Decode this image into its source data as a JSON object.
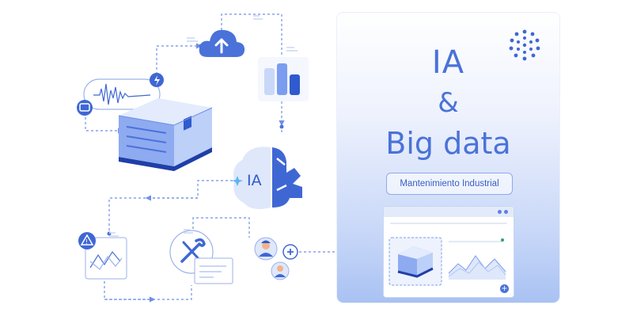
{
  "panel": {
    "title_line1": "IA",
    "title_line2": "&",
    "title_line3": "Big data",
    "badge": "Mantenimiento Industrial"
  },
  "diagram": {
    "ai_label": "IA",
    "alert_symbol": "!"
  },
  "icons": {
    "cloud": "cloud-upload-icon",
    "bolt": "lightning-icon",
    "device": "device-icon",
    "alert": "warning-icon",
    "tools": "wrench-screwdriver-icon",
    "brain": "brain-gear-icon",
    "user": "user-icon",
    "add": "plus-icon",
    "dots": "dot-grid-logo-icon"
  },
  "colors": {
    "accent": "#4a72d9",
    "line": "#6d8fe6",
    "light": "#dfe7fb"
  }
}
